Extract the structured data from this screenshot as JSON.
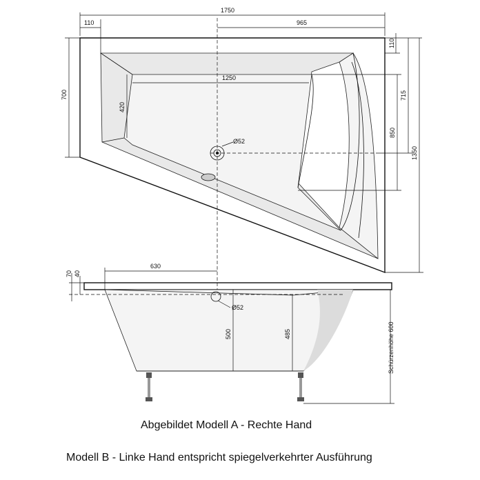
{
  "top_view": {
    "dims": {
      "total_width": "1750",
      "left_rim": "110",
      "center_to_right": "965",
      "right_rim": "110",
      "inner_width": "1250",
      "inner_depth_left": "420",
      "left_depth": "700",
      "right_upper": "715",
      "inner_depth_right": "850",
      "total_depth": "1350",
      "drain": "Ø52"
    }
  },
  "side_view": {
    "dims": {
      "rim_height": "70",
      "rim_inner": "40",
      "drain_offset": "630",
      "drain": "Ø52",
      "depth_left": "500",
      "depth_right": "485",
      "apron": "Schürzenhöhe 600"
    }
  },
  "captions": {
    "model_a": "Abgebildet Modell A - Rechte Hand",
    "model_b": "Modell B - Linke Hand entspricht spiegelverkehrter Ausführung"
  }
}
